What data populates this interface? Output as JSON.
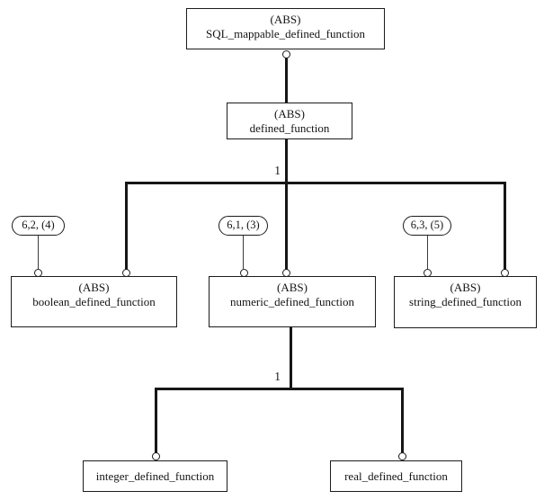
{
  "diagram": {
    "nodes": {
      "sql_mappable": {
        "line1": "(ABS)",
        "line2": "SQL_mappable_defined_function"
      },
      "defined_function": {
        "line1": "(ABS)",
        "line2": "defined_function"
      },
      "boolean_defined_function": {
        "line1": "(ABS)",
        "line2": "boolean_defined_function"
      },
      "numeric_defined_function": {
        "line1": "(ABS)",
        "line2": "numeric_defined_function"
      },
      "string_defined_function": {
        "line1": "(ABS)",
        "line2": "string_defined_function"
      },
      "integer_defined_function": {
        "label": "integer_defined_function"
      },
      "real_defined_function": {
        "label": "real_defined_function"
      }
    },
    "refs": {
      "boolean": "6,2, (4)",
      "numeric": "6,1, (3)",
      "string": "6,3, (5)"
    },
    "cardinalities": {
      "upper": "1",
      "lower": "1"
    },
    "colors": {
      "line": "#161616",
      "background": "#ffffff",
      "text": "#141414"
    }
  }
}
